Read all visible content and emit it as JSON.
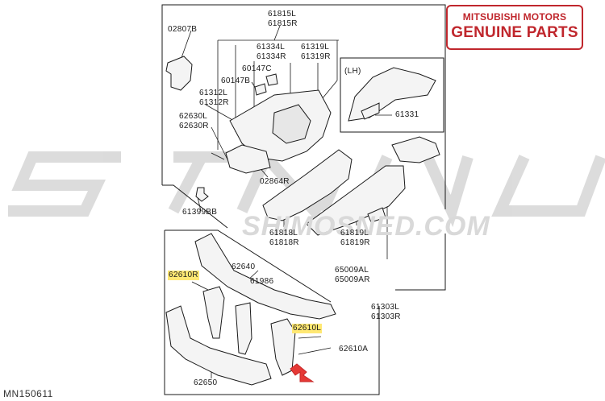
{
  "brand": {
    "line1": "MITSUBISHI MOTORS",
    "line2": "GENUINE PARTS",
    "color": "#c0272d"
  },
  "watermark": {
    "text": "SHIMOSNED.COM",
    "color": "#d9d9d9"
  },
  "diagram_id": "MN150611",
  "variant_label": "(LH)",
  "labels": {
    "p02807b": "02807B",
    "p61815l": "61815L",
    "p61815r": "61815R",
    "p61334l": "61334L",
    "p61334r": "61334R",
    "p61319l": "61319L",
    "p61319r": "61319R",
    "p60147c": "60147C",
    "p60147b": "60147B",
    "p61312l": "61312L",
    "p61312r": "61312R",
    "p62630l": "62630L",
    "p62630r": "62630R",
    "p02864r": "02864R",
    "p61399bb": "61399BB",
    "p61331": "61331",
    "p61818l": "61818L",
    "p61818r": "61818R",
    "p61819l": "61819L",
    "p61819r": "61819R",
    "p65009al": "65009AL",
    "p65009ar": "65009AR",
    "p61303l": "61303L",
    "p61303r": "61303R",
    "p62640": "62640",
    "p61986": "61986",
    "p62610r": "62610R",
    "p62610l": "62610L",
    "p62610a": "62610A",
    "p62650": "62650"
  },
  "highlighted_parts": [
    "62610R",
    "62610L"
  ],
  "highlight_color": "#ffe873",
  "pointer_arrow_color": "#e53935"
}
